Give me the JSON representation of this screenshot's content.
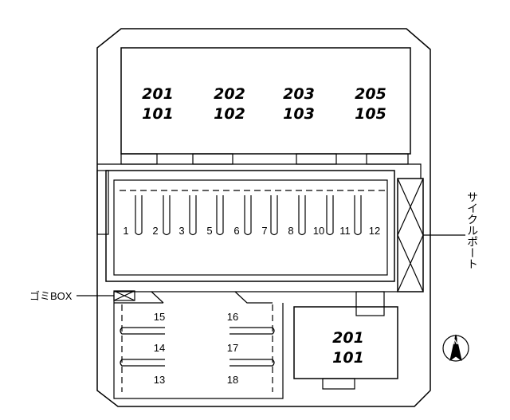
{
  "buildings": {
    "main": {
      "units": [
        {
          "upper": "201",
          "lower": "101"
        },
        {
          "upper": "202",
          "lower": "102"
        },
        {
          "upper": "203",
          "lower": "103"
        },
        {
          "upper": "205",
          "lower": "105"
        }
      ]
    },
    "annex": {
      "upper": "201",
      "lower": "101"
    }
  },
  "parking": {
    "main_spaces": [
      "1",
      "2",
      "3",
      "5",
      "6",
      "7",
      "8",
      "10",
      "11",
      "12"
    ],
    "lower_left_spaces": [
      "15",
      "14",
      "13"
    ],
    "lower_right_spaces": [
      "16",
      "17",
      "18"
    ]
  },
  "labels": {
    "bicycle_port": "サイクルポート",
    "garbage_box": "ゴミBOX",
    "north": "N"
  }
}
